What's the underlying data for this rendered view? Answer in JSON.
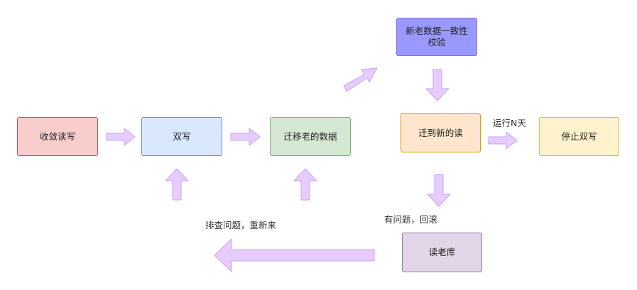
{
  "nodes": {
    "converge": {
      "label": "收敛读写",
      "fill": "#f8cecc",
      "stroke": "#b85450"
    },
    "dual_write": {
      "label": "双写",
      "fill": "#dae8fc",
      "stroke": "#6c8ebf"
    },
    "migrate": {
      "label": "迁移老的数据",
      "fill": "#d5e8d4",
      "stroke": "#82b366"
    },
    "consistency": {
      "label": "新老数据一致性校验",
      "fill": "#9999ff",
      "stroke": "#8a6fd1"
    },
    "switch_read": {
      "label": "迁到新的读",
      "fill": "#ffe6cc",
      "stroke": "#d79b00"
    },
    "stop_dual": {
      "label": "停止双写",
      "fill": "#fff2cc",
      "stroke": "#d6b656"
    },
    "read_old": {
      "label": "读老库",
      "fill": "#e1d5e7",
      "stroke": "#9673a6"
    }
  },
  "labels": {
    "run_n_days": "运行N天",
    "problem_rollback": "有问题，回滚",
    "debug_restart": "排查问题，重新来"
  },
  "arrow_colors": {
    "fill": "#e6ccff",
    "stroke": "#c9a3f0"
  }
}
